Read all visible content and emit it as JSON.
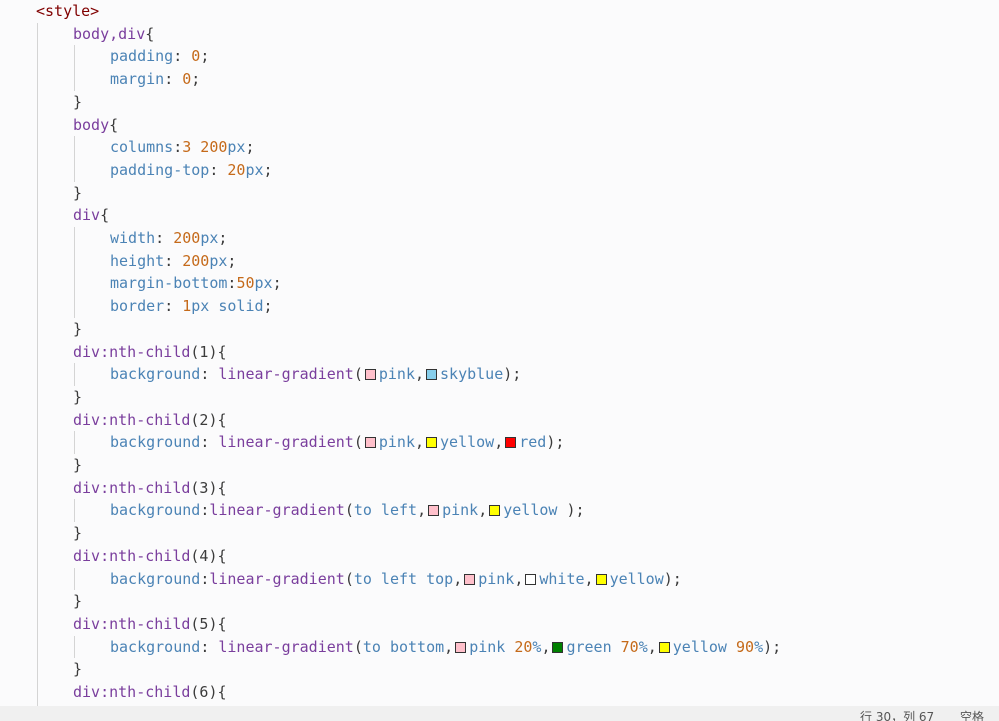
{
  "code_lines": [
    {
      "indent": 0,
      "tokens": [
        {
          "t": "<style>",
          "c": "tag"
        }
      ]
    },
    {
      "indent": 1,
      "tokens": [
        {
          "t": "body,div",
          "c": "sel"
        },
        {
          "t": "{",
          "c": "punc"
        }
      ]
    },
    {
      "indent": 2,
      "tokens": [
        {
          "t": "padding",
          "c": "prop"
        },
        {
          "t": ": ",
          "c": "punc"
        },
        {
          "t": "0",
          "c": "num"
        },
        {
          "t": ";",
          "c": "punc"
        }
      ]
    },
    {
      "indent": 2,
      "tokens": [
        {
          "t": "margin",
          "c": "prop"
        },
        {
          "t": ": ",
          "c": "punc"
        },
        {
          "t": "0",
          "c": "num"
        },
        {
          "t": ";",
          "c": "punc"
        }
      ]
    },
    {
      "indent": 1,
      "tokens": [
        {
          "t": "}",
          "c": "punc"
        }
      ]
    },
    {
      "indent": 1,
      "tokens": [
        {
          "t": "body",
          "c": "sel"
        },
        {
          "t": "{",
          "c": "punc"
        }
      ]
    },
    {
      "indent": 2,
      "tokens": [
        {
          "t": "columns",
          "c": "prop"
        },
        {
          "t": ":",
          "c": "punc"
        },
        {
          "t": "3 200",
          "c": "num"
        },
        {
          "t": "px",
          "c": "unit"
        },
        {
          "t": ";",
          "c": "punc"
        }
      ]
    },
    {
      "indent": 2,
      "tokens": [
        {
          "t": "padding-top",
          "c": "prop"
        },
        {
          "t": ": ",
          "c": "punc"
        },
        {
          "t": "20",
          "c": "num"
        },
        {
          "t": "px",
          "c": "unit"
        },
        {
          "t": ";",
          "c": "punc"
        }
      ]
    },
    {
      "indent": 1,
      "tokens": [
        {
          "t": "}",
          "c": "punc"
        }
      ]
    },
    {
      "indent": 1,
      "tokens": [
        {
          "t": "div",
          "c": "sel"
        },
        {
          "t": "{",
          "c": "punc"
        }
      ]
    },
    {
      "indent": 2,
      "tokens": [
        {
          "t": "width",
          "c": "prop"
        },
        {
          "t": ": ",
          "c": "punc"
        },
        {
          "t": "200",
          "c": "num"
        },
        {
          "t": "px",
          "c": "unit"
        },
        {
          "t": ";",
          "c": "punc"
        }
      ]
    },
    {
      "indent": 2,
      "tokens": [
        {
          "t": "height",
          "c": "prop"
        },
        {
          "t": ": ",
          "c": "punc"
        },
        {
          "t": "200",
          "c": "num"
        },
        {
          "t": "px",
          "c": "unit"
        },
        {
          "t": ";",
          "c": "punc"
        }
      ]
    },
    {
      "indent": 2,
      "tokens": [
        {
          "t": "margin-bottom",
          "c": "prop"
        },
        {
          "t": ":",
          "c": "punc"
        },
        {
          "t": "50",
          "c": "num"
        },
        {
          "t": "px",
          "c": "unit"
        },
        {
          "t": ";",
          "c": "punc"
        }
      ]
    },
    {
      "indent": 2,
      "tokens": [
        {
          "t": "border",
          "c": "prop"
        },
        {
          "t": ": ",
          "c": "punc"
        },
        {
          "t": "1",
          "c": "num"
        },
        {
          "t": "px solid",
          "c": "unit"
        },
        {
          "t": ";",
          "c": "punc"
        }
      ]
    },
    {
      "indent": 1,
      "tokens": [
        {
          "t": "}",
          "c": "punc"
        }
      ]
    },
    {
      "indent": 1,
      "tokens": [
        {
          "t": "div:nth-child",
          "c": "sel"
        },
        {
          "t": "(1){",
          "c": "punc"
        }
      ]
    },
    {
      "indent": 2,
      "tokens": [
        {
          "t": "background",
          "c": "prop"
        },
        {
          "t": ": ",
          "c": "punc"
        },
        {
          "t": "linear-gradient",
          "c": "fn"
        },
        {
          "t": "(",
          "c": "punc"
        },
        {
          "sw": "#ffc0cb"
        },
        {
          "t": "pink",
          "c": "kw"
        },
        {
          "t": ",",
          "c": "punc"
        },
        {
          "sw": "#87ceeb"
        },
        {
          "t": "skyblue",
          "c": "kw"
        },
        {
          "t": ");",
          "c": "punc"
        }
      ]
    },
    {
      "indent": 1,
      "tokens": [
        {
          "t": "}",
          "c": "punc"
        }
      ]
    },
    {
      "indent": 1,
      "tokens": [
        {
          "t": "div:nth-child",
          "c": "sel"
        },
        {
          "t": "(2){",
          "c": "punc"
        }
      ]
    },
    {
      "indent": 2,
      "tokens": [
        {
          "t": "background",
          "c": "prop"
        },
        {
          "t": ": ",
          "c": "punc"
        },
        {
          "t": "linear-gradient",
          "c": "fn"
        },
        {
          "t": "(",
          "c": "punc"
        },
        {
          "sw": "#ffc0cb"
        },
        {
          "t": "pink",
          "c": "kw"
        },
        {
          "t": ",",
          "c": "punc"
        },
        {
          "sw": "#ffff00"
        },
        {
          "t": "yellow",
          "c": "kw"
        },
        {
          "t": ",",
          "c": "punc"
        },
        {
          "sw": "#ff0000"
        },
        {
          "t": "red",
          "c": "kw"
        },
        {
          "t": ");",
          "c": "punc"
        }
      ]
    },
    {
      "indent": 1,
      "tokens": [
        {
          "t": "}",
          "c": "punc"
        }
      ]
    },
    {
      "indent": 1,
      "tokens": [
        {
          "t": "div:nth-child",
          "c": "sel"
        },
        {
          "t": "(3){",
          "c": "punc"
        }
      ]
    },
    {
      "indent": 2,
      "tokens": [
        {
          "t": "background",
          "c": "prop"
        },
        {
          "t": ":",
          "c": "punc"
        },
        {
          "t": "linear-gradient",
          "c": "fn"
        },
        {
          "t": "(",
          "c": "punc"
        },
        {
          "t": "to left",
          "c": "kw"
        },
        {
          "t": ",",
          "c": "punc"
        },
        {
          "sw": "#ffc0cb"
        },
        {
          "t": "pink",
          "c": "kw"
        },
        {
          "t": ",",
          "c": "punc"
        },
        {
          "sw": "#ffff00"
        },
        {
          "t": "yellow ",
          "c": "kw"
        },
        {
          "t": ");",
          "c": "punc"
        }
      ]
    },
    {
      "indent": 1,
      "tokens": [
        {
          "t": "}",
          "c": "punc"
        }
      ]
    },
    {
      "indent": 1,
      "tokens": [
        {
          "t": "div:nth-child",
          "c": "sel"
        },
        {
          "t": "(4){",
          "c": "punc"
        }
      ]
    },
    {
      "indent": 2,
      "tokens": [
        {
          "t": "background",
          "c": "prop"
        },
        {
          "t": ":",
          "c": "punc"
        },
        {
          "t": "linear-gradient",
          "c": "fn"
        },
        {
          "t": "(",
          "c": "punc"
        },
        {
          "t": "to left top",
          "c": "kw"
        },
        {
          "t": ",",
          "c": "punc"
        },
        {
          "sw": "#ffc0cb"
        },
        {
          "t": "pink",
          "c": "kw"
        },
        {
          "t": ",",
          "c": "punc"
        },
        {
          "sw": "#ffffff"
        },
        {
          "t": "white",
          "c": "kw"
        },
        {
          "t": ",",
          "c": "punc"
        },
        {
          "sw": "#ffff00"
        },
        {
          "t": "yellow",
          "c": "kw"
        },
        {
          "t": ");",
          "c": "punc"
        }
      ]
    },
    {
      "indent": 1,
      "tokens": [
        {
          "t": "}",
          "c": "punc"
        }
      ]
    },
    {
      "indent": 1,
      "tokens": [
        {
          "t": "div:nth-child",
          "c": "sel"
        },
        {
          "t": "(5){",
          "c": "punc"
        }
      ]
    },
    {
      "indent": 2,
      "tokens": [
        {
          "t": "background",
          "c": "prop"
        },
        {
          "t": ": ",
          "c": "punc"
        },
        {
          "t": "linear-gradient",
          "c": "fn"
        },
        {
          "t": "(",
          "c": "punc"
        },
        {
          "t": "to bottom",
          "c": "kw"
        },
        {
          "t": ",",
          "c": "punc"
        },
        {
          "sw": "#ffc0cb"
        },
        {
          "t": "pink ",
          "c": "kw"
        },
        {
          "t": "20",
          "c": "num"
        },
        {
          "t": "%",
          "c": "unit"
        },
        {
          "t": ",",
          "c": "punc"
        },
        {
          "sw": "#008000"
        },
        {
          "t": "green ",
          "c": "kw"
        },
        {
          "t": "70",
          "c": "num"
        },
        {
          "t": "%",
          "c": "unit"
        },
        {
          "t": ",",
          "c": "punc"
        },
        {
          "sw": "#ffff00"
        },
        {
          "t": "yellow ",
          "c": "kw"
        },
        {
          "t": "90",
          "c": "num"
        },
        {
          "t": "%",
          "c": "unit"
        },
        {
          "t": ");",
          "c": "punc"
        }
      ]
    },
    {
      "indent": 1,
      "tokens": [
        {
          "t": "}",
          "c": "punc"
        }
      ]
    },
    {
      "indent": 1,
      "tokens": [
        {
          "t": "div:nth-child",
          "c": "sel"
        },
        {
          "t": "(6){",
          "c": "punc"
        }
      ]
    }
  ],
  "status": {
    "line_col": "行 30，列 67",
    "spaces": "空格"
  }
}
